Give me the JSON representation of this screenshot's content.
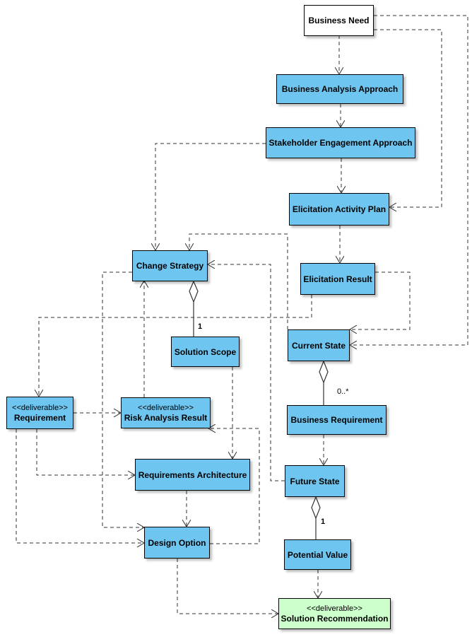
{
  "colors": {
    "class_fill": "#6ec6f0",
    "plain_fill": "#ffffff",
    "deliverable_recommendation_fill": "#ccffcc",
    "line": "#333333"
  },
  "nodes": {
    "business_need": {
      "name": "Business Need"
    },
    "business_analysis_approach": {
      "name": "Business Analysis Approach"
    },
    "stakeholder_engagement_approach": {
      "name": "Stakeholder Engagement Approach"
    },
    "elicitation_activity_plan": {
      "name": "Elicitation Activity Plan"
    },
    "change_strategy": {
      "name": "Change Strategy"
    },
    "elicitation_result": {
      "name": "Elicitation Result"
    },
    "solution_scope": {
      "name": "Solution Scope"
    },
    "current_state": {
      "name": "Current State"
    },
    "requirement": {
      "stereotype": "<<deliverable>>",
      "name": "Requirement"
    },
    "risk_analysis_result": {
      "stereotype": "<<deliverable>>",
      "name": "Risk Analysis Result"
    },
    "business_requirement": {
      "name": "Business Requirement"
    },
    "requirements_architecture": {
      "name": "Requirements Architecture"
    },
    "future_state": {
      "name": "Future State"
    },
    "design_option": {
      "name": "Design Option"
    },
    "potential_value": {
      "name": "Potential Value"
    },
    "solution_recommendation": {
      "stereotype": "<<deliverable>>",
      "name": "Solution Recommendation"
    }
  },
  "multiplicities": {
    "solution_scope_to_change_strategy": "1",
    "business_requirement_to_current_state": "0..*",
    "potential_value_to_future_state": "1"
  }
}
